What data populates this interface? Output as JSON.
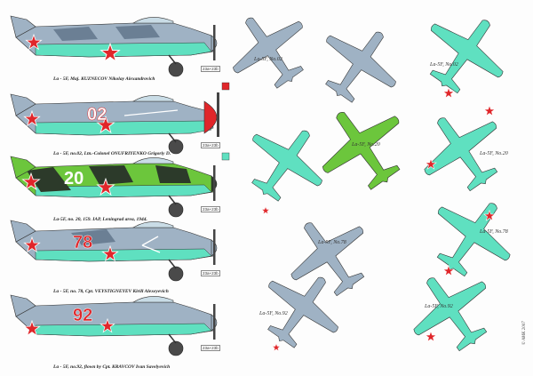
{
  "side_views": [
    {
      "caption": "La - 5F, Maj. KUZNECOV Nikolay Alexandrovich",
      "code": "",
      "tag": "23a+23b"
    },
    {
      "caption": "La - 5F, no.02, Ltn.-Colonel ONUFRIYENKO Grigoriy D.",
      "code": "02",
      "tag": "23a+23b"
    },
    {
      "caption": "La-5F, no. 20, 159. IAP, Leningrad area, 1944.",
      "code": "20",
      "tag": "23a+23b"
    },
    {
      "caption": "La - 5F, no. 78, Cpt. VEYSTIGNEYEV Kirill Alexeyevich",
      "code": "78",
      "tag": "23a+23b"
    },
    {
      "caption": "La - 5F, no.92, flown by Cpt. KRAVCOV Ivan Savelyevich",
      "code": "92",
      "tag": "23a+23b"
    }
  ],
  "plan_views": [
    {
      "label": "La-5F, No.02"
    },
    {
      "label": "La-5F, No.20"
    },
    {
      "label": "La-5F, No.78"
    },
    {
      "label": "La-5F, No.92"
    }
  ],
  "underside_views": [
    {
      "label": "La-5F, No.02"
    },
    {
      "label": "La-5F, No.20"
    },
    {
      "label": "La-5F, No.78"
    },
    {
      "label": "La-5F, No.92"
    }
  ],
  "copyright": "© AMK 2007",
  "colors": {
    "underside_turquoise": "#5fe0c0",
    "grey_light": "#9fb2c4",
    "grey_dark": "#5e7288",
    "green_light": "#6cc63c",
    "green_dark": "#2c3a2a",
    "star_red": "#e0262a",
    "spinner_red": "#e0262a"
  }
}
